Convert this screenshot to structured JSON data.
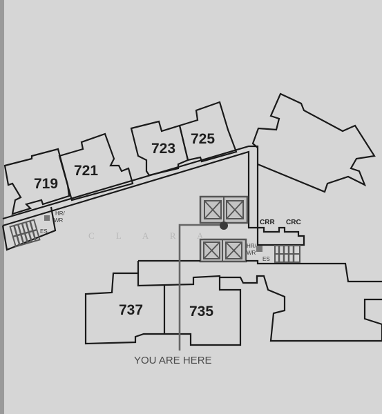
{
  "map": {
    "rooms": [
      "719",
      "721",
      "723",
      "725",
      "737",
      "735"
    ],
    "facilities": {
      "hr_wr_left": [
        "HR/",
        "WR"
      ],
      "hr_wr_right": [
        "HR/",
        "WR"
      ],
      "es_left": "ES",
      "es_right": "ES",
      "crr": "CRR",
      "crc": "CRC"
    },
    "watermark": "C L A R A",
    "you_are_here": "YOU ARE HERE"
  },
  "colors": {
    "background": "#d6d6d6",
    "walls": "#1a1a1a",
    "route": "#666666",
    "elevator_fill": "#bdbdbd",
    "stairs": "#555555"
  },
  "icons": [
    "elevator-icon",
    "stairs-icon",
    "you-are-here-marker"
  ]
}
